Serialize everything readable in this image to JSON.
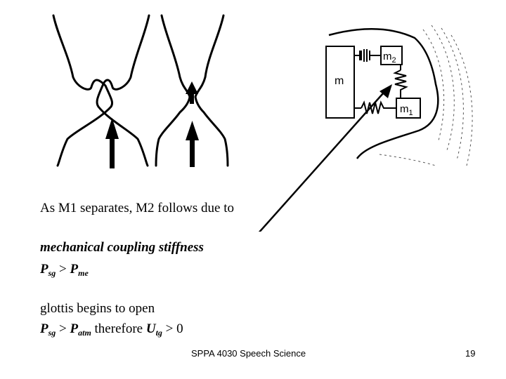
{
  "figure": {
    "mass_labels": {
      "m": "m",
      "m1": "m",
      "m1_sub": "1",
      "m2": "m",
      "m2_sub": "2"
    }
  },
  "text": {
    "line1": "As M1 separates, M2 follows due to",
    "line2": "mechanical coupling stiffness",
    "line3": {
      "p1": "P",
      "s1": "sg",
      "op": " > ",
      "p2": "P",
      "s2": "me"
    },
    "line4": "glottis begins to open",
    "line5": {
      "p1": "P",
      "s1": "sg",
      "op": " > ",
      "p2": "P",
      "s2": "atm",
      "mid": " therefore ",
      "u": "U",
      "su": "tg",
      "tail": " > 0"
    }
  },
  "footer": {
    "title": "SPPA 4030 Speech Science",
    "page": "19"
  }
}
